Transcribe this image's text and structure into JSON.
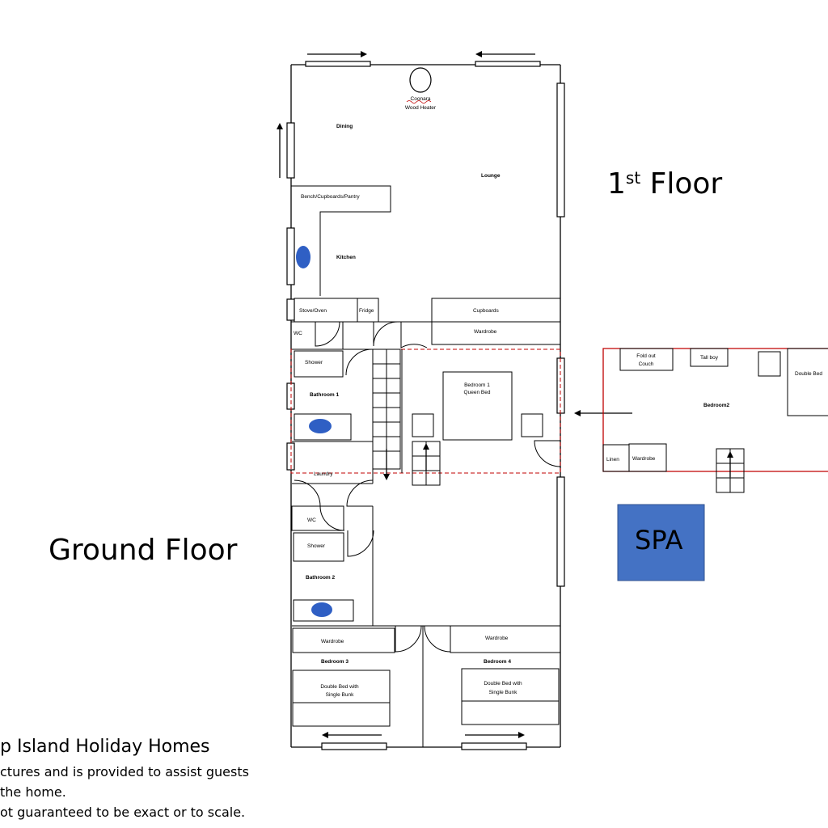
{
  "floors": {
    "first": {
      "prefix": "1",
      "sup": "st",
      "suffix": " Floor"
    },
    "ground": "Ground Floor"
  },
  "rooms": {
    "dining": "Dining",
    "lounge": "Lounge",
    "heater_line1": "Coonara",
    "heater_line2": "Wood Heater",
    "bench": "Bench/Cupboards/Pantry",
    "kitchen": "Kitchen",
    "stove": "Stove/Oven",
    "fridge": "Fridge",
    "cupboards": "Cupboards",
    "wardrobe_top": "Wardrobe",
    "wc_top": "WC",
    "shower_top": "Shower",
    "bathroom1": "Bathroom 1",
    "bedroom1_line1": "Bedroom 1",
    "bedroom1_line2": "Queen Bed",
    "laundry": "Laundry",
    "wc_bottom": "WC",
    "shower_bottom": "Shower",
    "bathroom2": "Bathroom 2",
    "wardrobe_b3": "Wardrobe",
    "wardrobe_b4": "Wardrobe",
    "bedroom3": "Bedroom 3",
    "bedroom4": "Bedroom 4",
    "bed3_line1": "Double Bed with",
    "bed3_line2": "Single Bunk",
    "bed4_line1": "Double Bed with",
    "bed4_line2": "Single Bunk"
  },
  "upstairs": {
    "couch_line1": "Fold out",
    "couch_line2": "Couch",
    "tallboy": "Tall boy",
    "bedroom2": "Bedroom2",
    "double_bed": "Double Bed",
    "linen": "Linen",
    "wardrobe": "Wardrobe"
  },
  "spa": {
    "label": "SPA",
    "color": "#4472c4"
  },
  "accent_colors": {
    "fixture_blue": "#2f5fc4",
    "upper_floor_outline": "#c00000"
  },
  "footer": {
    "line1": "p Island Holiday Homes",
    "line2": "ctures and is provided to assist guests",
    "line3": " the home.",
    "line4": "ot guaranteed to be exact or to scale."
  }
}
